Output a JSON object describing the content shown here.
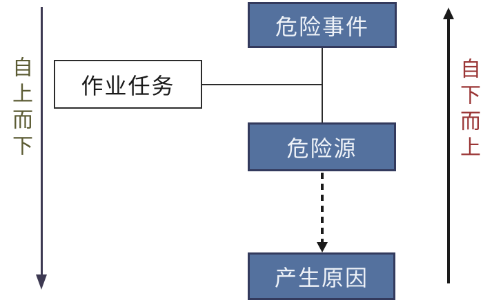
{
  "diagram": {
    "nodes": [
      {
        "id": "hazard-event",
        "label": "危险事件",
        "style": "blue"
      },
      {
        "id": "task",
        "label": "作业任务",
        "style": "white"
      },
      {
        "id": "hazard-source",
        "label": "危险源",
        "style": "blue"
      },
      {
        "id": "cause",
        "label": "产生原因",
        "style": "blue"
      }
    ],
    "edges": [
      {
        "from": "hazard-event",
        "to": "hazard-source",
        "type": "solid"
      },
      {
        "from": "task",
        "to": "hazard-event/hazard-source connector",
        "type": "solid"
      },
      {
        "from": "hazard-source",
        "to": "cause",
        "type": "dashed-arrow"
      }
    ],
    "side_labels": {
      "left": {
        "text": "自上而下",
        "direction": "down",
        "color": "#5b5b33"
      },
      "right": {
        "text": "自下而上",
        "direction": "up",
        "color": "#9a3535"
      }
    },
    "colors": {
      "node_fill": "#54719e",
      "node_border": "#333a5d",
      "task_box_border": "#2b2b2b",
      "node_text": "#eef2f8",
      "connector_line": "#2b2b2b",
      "left_arrow": "#3d3952",
      "right_arrow": "#1a1a1a",
      "background": "#ffffff"
    }
  }
}
